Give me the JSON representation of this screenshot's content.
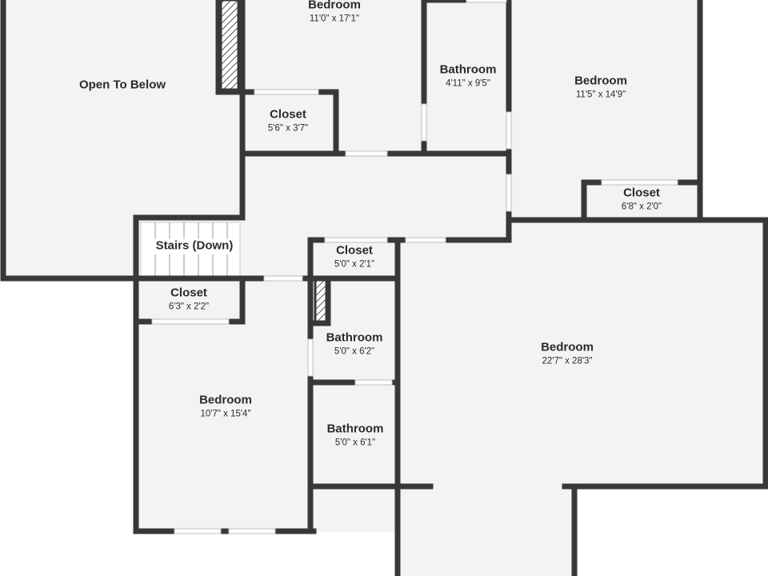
{
  "rooms": {
    "bedroom_top": {
      "name": "Bedroom",
      "dims": "11'0\" x 17'1\""
    },
    "bathroom_top": {
      "name": "Bathroom",
      "dims": "4'11\" x 9'5\""
    },
    "bedroom_right": {
      "name": "Bedroom",
      "dims": "11'5\" x 14'9\""
    },
    "closet_right": {
      "name": "Closet",
      "dims": "6'8\" x 2'0\""
    },
    "open_to_below": {
      "name": "Open To Below"
    },
    "closet_top": {
      "name": "Closet",
      "dims": "5'6\" x 3'7\""
    },
    "stairs": {
      "name": "Stairs (Down)"
    },
    "closet_mid": {
      "name": "Closet",
      "dims": "5'0\" x 2'1\""
    },
    "closet_left": {
      "name": "Closet",
      "dims": "6'3\" x 2'2\""
    },
    "bathroom_mid": {
      "name": "Bathroom",
      "dims": "5'0\" x 6'2\""
    },
    "bathroom_low": {
      "name": "Bathroom",
      "dims": "5'0\" x 6'1\""
    },
    "bedroom_left": {
      "name": "Bedroom",
      "dims": "10'7\" x 15'4\""
    },
    "bedroom_main": {
      "name": "Bedroom",
      "dims": "22'7\" x 28'3\""
    }
  },
  "colors": {
    "floor": "#f3f3f3",
    "wall": "#383838",
    "opening": "#ffffff",
    "hatch": "#555555"
  }
}
